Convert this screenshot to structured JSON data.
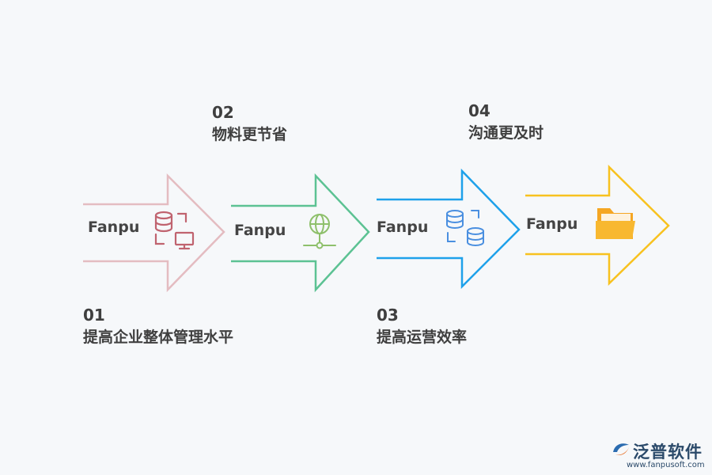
{
  "steps": [
    {
      "number": "01",
      "caption": "提高企业整体管理水平",
      "brand": "Fanpu",
      "icon": "database-monitor-icon",
      "color": "#e2b8bd"
    },
    {
      "number": "02",
      "caption": "物料更节省",
      "brand": "Fanpu",
      "icon": "network-globe-icon",
      "color": "#5cc293"
    },
    {
      "number": "03",
      "caption": "提高运营效率",
      "brand": "Fanpu",
      "icon": "database-sync-icon",
      "color": "#1ea1ea"
    },
    {
      "number": "04",
      "caption": "沟通更及时",
      "brand": "Fanpu",
      "icon": "folder-icon",
      "color": "#f8c21f"
    }
  ],
  "watermark": {
    "name": "泛普软件",
    "url": "www.fanpusoft.com"
  }
}
